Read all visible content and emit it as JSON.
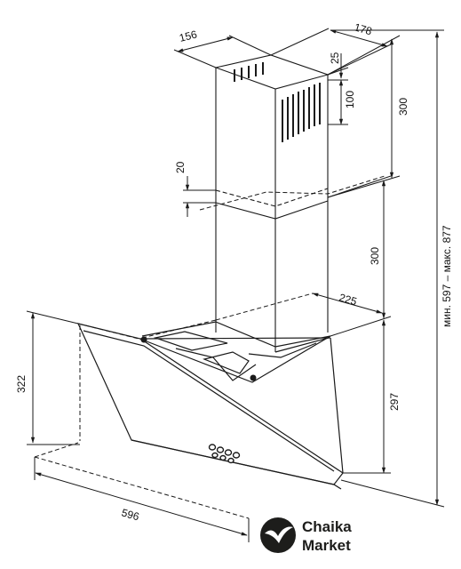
{
  "dimensions": {
    "chimney_width": "156",
    "chimney_depth": "178",
    "top_offset": "25",
    "vent_height": "100",
    "upper_height": "300",
    "overlap": "20",
    "lower_height": "300",
    "wall_depth": "225",
    "hood_height": "322",
    "hood_body_height": "297",
    "hood_width": "596",
    "total_range": "мин. 597 – макс. 877"
  },
  "logo": {
    "line1": "Chaika",
    "line2": "Market"
  },
  "colors": {
    "line": "#1a1a1a",
    "logo": "#1d1d1b"
  }
}
